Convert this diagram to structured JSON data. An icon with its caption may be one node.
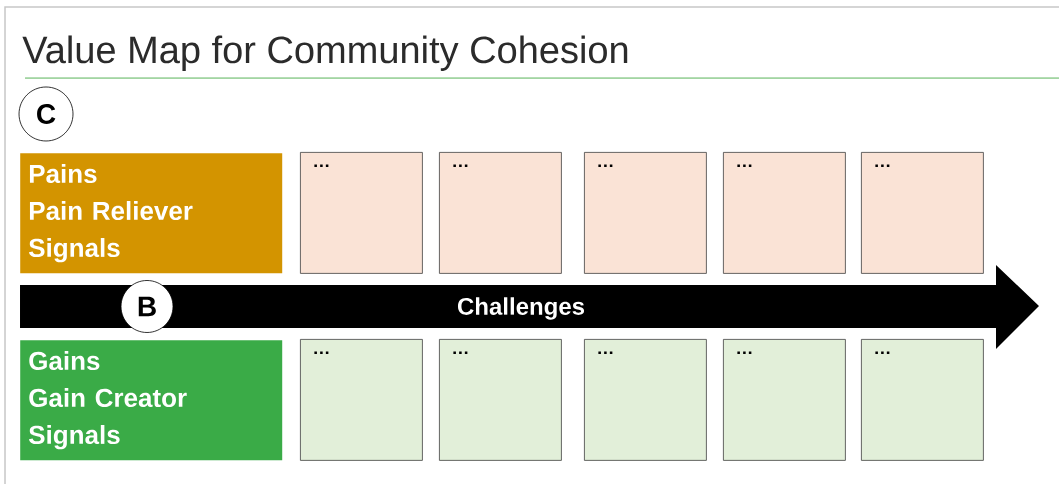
{
  "diagram": {
    "title": "Value Map for Community Cohesion",
    "nodes": [
      {
        "text": [
          "C"
        ]
      },
      {
        "text": [
          "Pains",
          "Pain Reliever",
          "Signals"
        ]
      },
      {
        "text": [
          "…"
        ]
      },
      {
        "text": [
          "…"
        ]
      },
      {
        "text": [
          "…"
        ]
      },
      {
        "text": [
          "…"
        ]
      },
      {
        "text": [
          "…"
        ]
      },
      {
        "text": [
          "Challenges"
        ]
      },
      {
        "text": [
          "B"
        ],
        "in": 7
      },
      {
        "text": [
          "Gains",
          "Gain Creator",
          "Signals"
        ]
      },
      {
        "text": [
          "…"
        ]
      },
      {
        "text": [
          "…"
        ]
      },
      {
        "text": [
          "…"
        ]
      },
      {
        "text": [
          "…"
        ]
      },
      {
        "text": [
          "…"
        ]
      }
    ]
  }
}
